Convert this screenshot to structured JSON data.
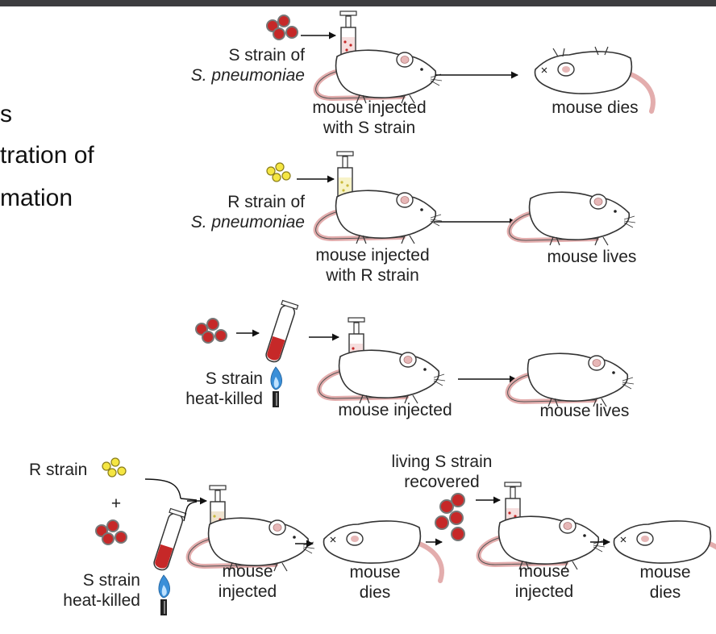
{
  "slide": {
    "line1": "s",
    "line2": "tration of",
    "line3": "mation"
  },
  "row1": {
    "strain_line1": "S strain of",
    "strain_line2": "S. pneumoniae",
    "injected_line1": "mouse injected",
    "injected_line2": "with S strain",
    "outcome": "mouse dies"
  },
  "row2": {
    "strain_line1": "R strain of",
    "strain_line2": "S. pneumoniae",
    "injected_line1": "mouse injected",
    "injected_line2": "with R strain",
    "outcome": "mouse lives"
  },
  "row3": {
    "strain_line1": "S strain",
    "strain_line2": "heat-killed",
    "injected": "mouse injected",
    "outcome": "mouse lives"
  },
  "row4": {
    "r_strain": "R strain",
    "plus": "+",
    "s_line1": "S strain",
    "s_line2": "heat-killed",
    "injected1_line1": "mouse",
    "injected1_line2": "injected",
    "dies1_line1": "mouse",
    "dies1_line2": "dies",
    "recovered_line1": "living S strain",
    "recovered_line2": "recovered",
    "injected2_line1": "mouse",
    "injected2_line2": "injected",
    "dies2_line1": "mouse",
    "dies2_line2": "dies"
  },
  "colors": {
    "s_cell": "#c62828",
    "r_cell": "#f5e642",
    "mouse_ear": "#e7b7b7",
    "flame": "#3a8fd8"
  }
}
